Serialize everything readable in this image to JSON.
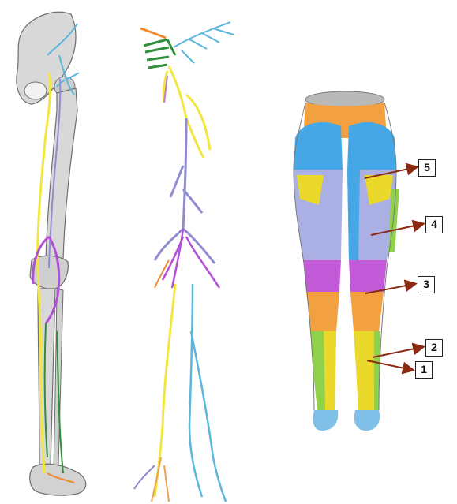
{
  "labels": [
    {
      "text": "5"
    },
    {
      "text": "4"
    },
    {
      "text": "3"
    },
    {
      "text": "2"
    },
    {
      "text": "1"
    }
  ],
  "colors": {
    "bone": "#d4d4d4",
    "bone_outline": "#6e6e6e",
    "femoral_nerve_yellow": "#f2e640",
    "gluteal_blue": "#5bb6dc",
    "sciatic_lavender": "#8f8cd0",
    "peroneal_purple": "#b34fd6",
    "lumbar_green": "#2f8f3a",
    "orange_branch": "#f08a2e",
    "pointer_arrow": "#8b2a12",
    "region_orange": "#f2a040",
    "region_blue": "#45a7e6",
    "region_yellow": "#ead82a",
    "region_lavender": "#aab0e3",
    "region_purple": "#c25ad8",
    "region_green": "#8fd14a",
    "waist_gray": "#b9b9b9"
  }
}
